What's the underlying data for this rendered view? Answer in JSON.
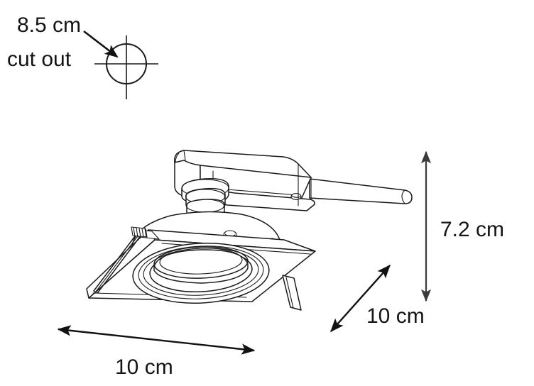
{
  "document": {
    "kind": "technical-dimension-drawing",
    "subject": "square recessed ceiling spotlight / downlight",
    "background_color": "#ffffff",
    "line_color": "#1a1a1a",
    "text_color": "#141414"
  },
  "annotations": {
    "cutout": {
      "size_label": "8.5 cm",
      "caption_label": "cut out",
      "symbol": "centerline-circle"
    },
    "height": {
      "label": "7.2 cm",
      "arrow": "vertical-double-headed"
    },
    "depth": {
      "label": "10 cm",
      "arrow": "diagonal-double-headed"
    },
    "width": {
      "label": "10 cm",
      "arrow": "horizontal-double-headed"
    }
  },
  "product": {
    "parts": [
      "junction-box",
      "power-cable",
      "swivel-neck",
      "lamp-housing",
      "square-bezel",
      "reflector-lens",
      "spring-clip-left",
      "spring-clip-right"
    ]
  }
}
